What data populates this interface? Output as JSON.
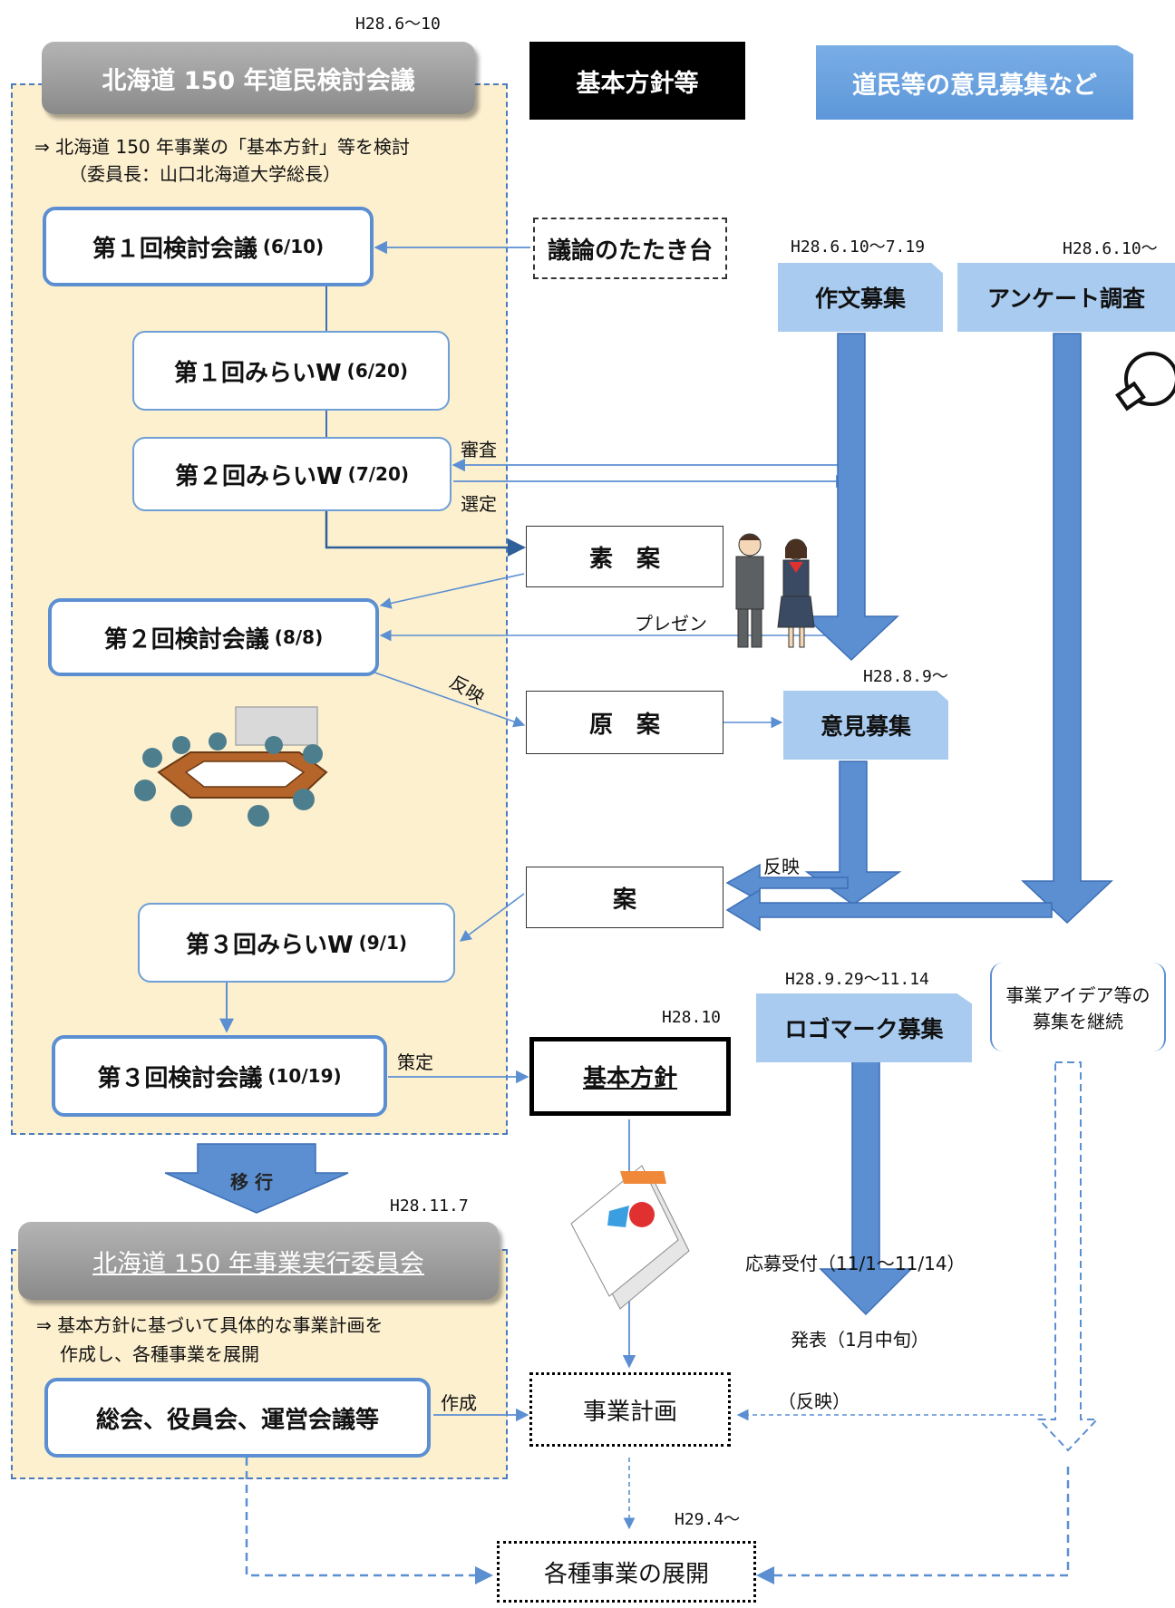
{
  "columns": {
    "committee_header": "北海道 150 年道民検討会議",
    "policy_header": "基本方針等",
    "public_header": "道民等の意見募集など",
    "committee_period": "H28.6～10"
  },
  "committee": {
    "purpose_line1": "⇒ 北海道 150 年事業の「基本方針」等を検討",
    "purpose_line2": "（委員長：山口北海道大学総長）",
    "meetings": [
      {
        "name": "第１回検討会議",
        "date": "(6/10)"
      },
      {
        "name": "第１回みらいW",
        "date": "(6/20)"
      },
      {
        "name": "第２回みらいW",
        "date": "(7/20)"
      },
      {
        "name": "第２回検討会議",
        "date": "(8/8)"
      },
      {
        "name": "第３回みらいW",
        "date": "(9/1)"
      },
      {
        "name": "第３回検討会議",
        "date": "(10/19)"
      }
    ]
  },
  "policy": {
    "discussion_base": "議論のたたき台",
    "draft_outline": "素　案",
    "draft_original": "原　案",
    "draft_plan": "案",
    "basic_policy": "基本方針",
    "basic_policy_date": "H28.10",
    "business_plan": "事業計画",
    "deployment": "各種事業の展開",
    "deployment_date": "H29.4～"
  },
  "public": {
    "essay": "作文募集",
    "essay_period": "H28.6.10～7.19",
    "survey": "アンケート調査",
    "survey_period": "H28.6.10～",
    "opinion": "意見募集",
    "opinion_period": "H28.8.9～",
    "logo": "ロゴマーク募集",
    "logo_period": "H28.9.29～11.14",
    "ideas": "事業アイデア等の募集を継続",
    "logo_reception": "応募受付（11/1～11/14）",
    "logo_announce": "発表（1月中旬）"
  },
  "labels": {
    "review": "審査",
    "select": "選定",
    "presentation": "プレゼン",
    "reflect1": "反映",
    "reflect2": "反映",
    "decide": "策定",
    "create": "作成",
    "reflect_paren": "（反映）",
    "transition": "移 行"
  },
  "executive": {
    "header": "北海道 150 年事業実行委員会",
    "date": "H28.11.7",
    "purpose_line1": "⇒ 基本方針に基づいて具体的な事業計画を",
    "purpose_line2": "作成し、各種事業を展開",
    "meetings": "総会、役員会、運営会議等"
  }
}
